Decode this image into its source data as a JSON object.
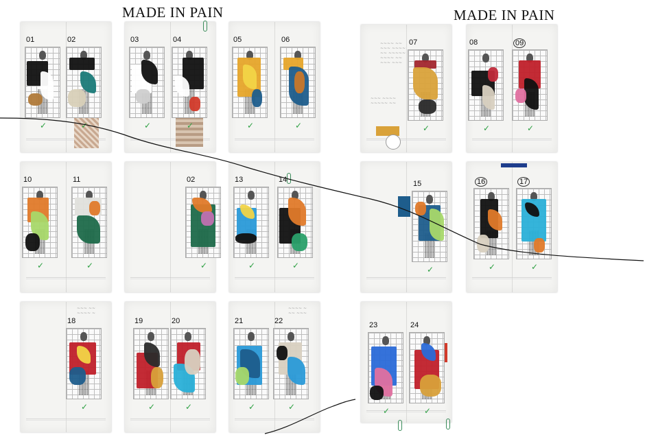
{
  "titles": [
    "MADE IN PAIN",
    "MADE IN PAIN"
  ],
  "looks": [
    {
      "number": "01",
      "colors": [
        "#111111",
        "#ffffff",
        "#b07a3a"
      ]
    },
    {
      "number": "02",
      "colors": [
        "#111111",
        "#1a7a78",
        "#d8d0b8"
      ]
    },
    {
      "number": "03",
      "colors": [
        "#ffffff",
        "#111111",
        "#cfcfcf"
      ]
    },
    {
      "number": "04",
      "colors": [
        "#111111",
        "#ffffff",
        "#d23a2a"
      ]
    },
    {
      "number": "05",
      "colors": [
        "#e6a52a",
        "#f2d447",
        "#1e5d8c"
      ]
    },
    {
      "number": "06",
      "colors": [
        "#e6a52a",
        "#1e5d8c",
        "#c8772a"
      ]
    },
    {
      "number": "07",
      "colors": [
        "#a2262e",
        "#d9a23a",
        "#2b2b2b"
      ]
    },
    {
      "number": "08",
      "colors": [
        "#111111",
        "#d8d0c0",
        "#c02a3a"
      ]
    },
    {
      "number": "09",
      "colors": [
        "#c0202a",
        "#111111",
        "#e070a0"
      ]
    },
    {
      "number": "10",
      "colors": [
        "#e07a2a",
        "#a8d86a",
        "#111111"
      ]
    },
    {
      "number": "11",
      "colors": [
        "#e0e0dc",
        "#1e6a4a",
        "#e07a2a"
      ]
    },
    {
      "number": "02",
      "colors": [
        "#1e6a4a",
        "#e07a2a",
        "#c070b0"
      ]
    },
    {
      "number": "13",
      "colors": [
        "#2a9ad8",
        "#f2d447",
        "#111111"
      ]
    },
    {
      "number": "14",
      "colors": [
        "#111111",
        "#e07a2a",
        "#2aa06a"
      ]
    },
    {
      "number": "15",
      "colors": [
        "#1e5d8c",
        "#a8d86a",
        "#e07a2a"
      ]
    },
    {
      "number": "16",
      "colors": [
        "#111111",
        "#e07a2a",
        "#d8d0c0"
      ]
    },
    {
      "number": "17",
      "colors": [
        "#2ab0d8",
        "#111111",
        "#e07a2a"
      ]
    },
    {
      "number": "18",
      "colors": [
        "#c0202a",
        "#f2d447",
        "#1e5d8c"
      ]
    },
    {
      "number": "19",
      "colors": [
        "#c0202a",
        "#2b2b2b",
        "#d8a03a"
      ]
    },
    {
      "number": "20",
      "colors": [
        "#c0202a",
        "#2ab0d8",
        "#d8d0c0"
      ]
    },
    {
      "number": "21",
      "colors": [
        "#2a9ad8",
        "#1e5d8c",
        "#a8d86a"
      ]
    },
    {
      "number": "22",
      "colors": [
        "#d8d0c0",
        "#2a9ad8",
        "#111111"
      ]
    },
    {
      "number": "23",
      "colors": [
        "#2a6ad8",
        "#e070a0",
        "#111111"
      ]
    },
    {
      "number": "24",
      "colors": [
        "#c0202a",
        "#2a6ad8",
        "#d8a03a"
      ]
    }
  ],
  "circled_numbers": [
    "09",
    "16",
    "17"
  ],
  "check_icon": "check-mark-icon",
  "accent_colors": {
    "check": "#2ea043",
    "ink": "#111111",
    "grid": "#bdbdbd"
  }
}
